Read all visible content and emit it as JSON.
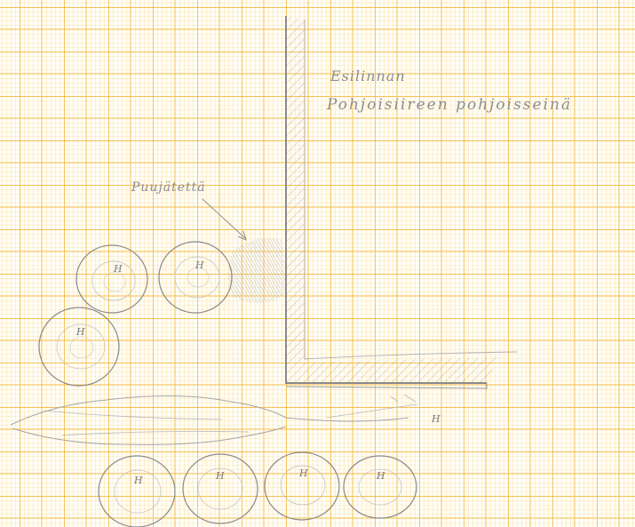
{
  "colors": {
    "paper": "#fffdf6",
    "grid_fine": "#f7cf7a",
    "grid_major": "#f2ad1f",
    "pencil": "#8a8a8a"
  },
  "annotations": {
    "room_name": "Esilinnan",
    "wall_name": "Pohjoisiireen pohjoisseinä",
    "wood_label": "Puujätettä"
  },
  "markers": [
    {
      "name": "stone-1",
      "label": "H"
    },
    {
      "name": "stone-2",
      "label": "H"
    },
    {
      "name": "stone-3",
      "label": "H"
    },
    {
      "name": "stone-4",
      "label": "H"
    },
    {
      "name": "stone-5",
      "label": "H"
    },
    {
      "name": "stone-6",
      "label": "H"
    },
    {
      "name": "stone-7",
      "label": "H"
    },
    {
      "name": "stone-8",
      "label": "H"
    }
  ]
}
